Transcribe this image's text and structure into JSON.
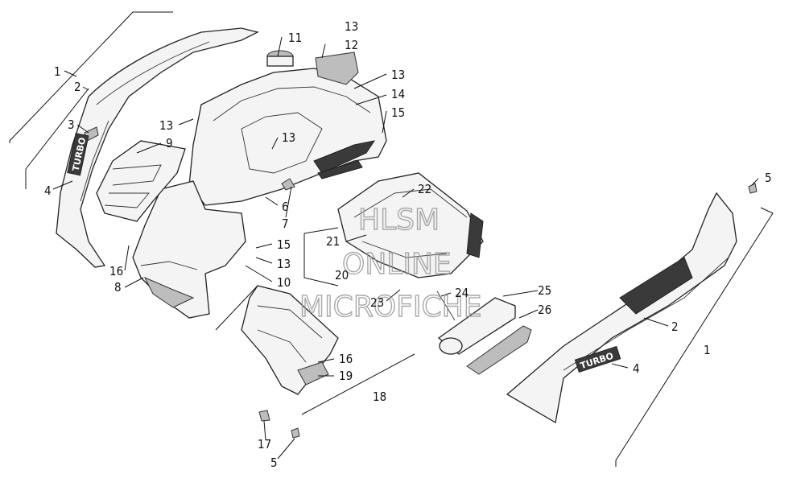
{
  "watermark": {
    "line1": "HLSM",
    "line2": "ONLINE",
    "line3": "MICROFICHE"
  },
  "decals": {
    "left": "TURBO",
    "right": "TURBO"
  },
  "callouts": [
    {
      "id": "c1a",
      "text": "1"
    },
    {
      "id": "c2a",
      "text": "2"
    },
    {
      "id": "c3",
      "text": "3"
    },
    {
      "id": "c4a",
      "text": "4"
    },
    {
      "id": "c9",
      "text": "9"
    },
    {
      "id": "c11",
      "text": "11"
    },
    {
      "id": "c13a",
      "text": "13"
    },
    {
      "id": "c12",
      "text": "12"
    },
    {
      "id": "c13b",
      "text": "13"
    },
    {
      "id": "c14",
      "text": "14"
    },
    {
      "id": "c15a",
      "text": "15"
    },
    {
      "id": "c13c",
      "text": "13"
    },
    {
      "id": "c13d",
      "text": "13"
    },
    {
      "id": "c22",
      "text": "22"
    },
    {
      "id": "c6",
      "text": "6"
    },
    {
      "id": "c7",
      "text": "7"
    },
    {
      "id": "c21",
      "text": "21"
    },
    {
      "id": "c15b",
      "text": "15"
    },
    {
      "id": "c13e",
      "text": "13"
    },
    {
      "id": "c16a",
      "text": "16"
    },
    {
      "id": "c10",
      "text": "10"
    },
    {
      "id": "c20",
      "text": "20"
    },
    {
      "id": "c8",
      "text": "8"
    },
    {
      "id": "c24",
      "text": "24"
    },
    {
      "id": "c25",
      "text": "25"
    },
    {
      "id": "c23",
      "text": "23"
    },
    {
      "id": "c26",
      "text": "26"
    },
    {
      "id": "c5a",
      "text": "5"
    },
    {
      "id": "c2b",
      "text": "2"
    },
    {
      "id": "c1b",
      "text": "1"
    },
    {
      "id": "c4b",
      "text": "4"
    },
    {
      "id": "c16b",
      "text": "16"
    },
    {
      "id": "c19",
      "text": "19"
    },
    {
      "id": "c18",
      "text": "18"
    },
    {
      "id": "c17",
      "text": "17"
    },
    {
      "id": "c5b",
      "text": "5"
    }
  ]
}
